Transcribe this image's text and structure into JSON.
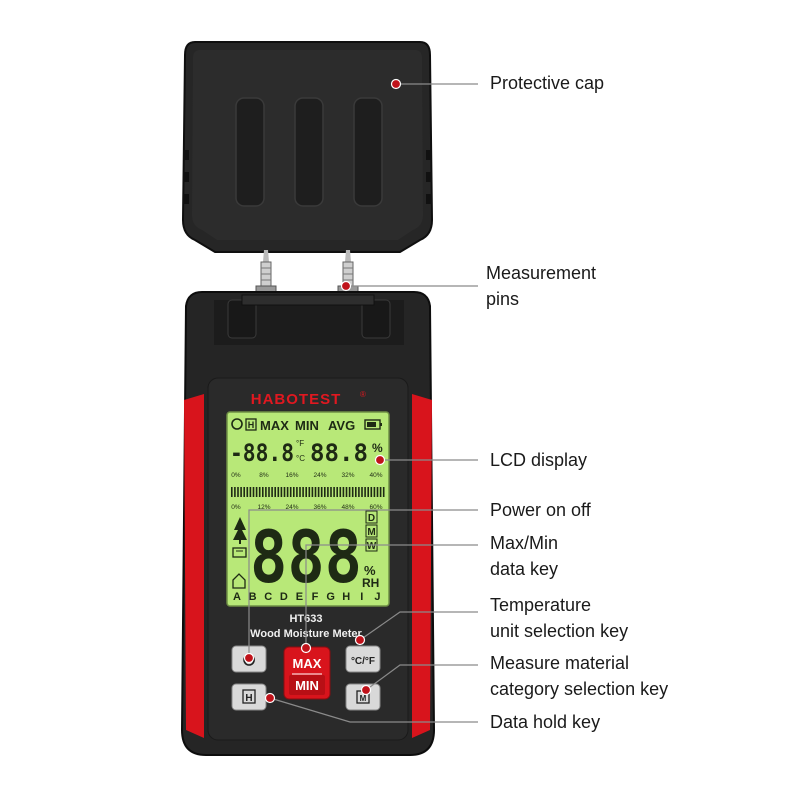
{
  "device": {
    "brand": "HABOTEST",
    "registered_mark": "®",
    "model": "HT633",
    "product_name": "Wood Moisture Meter"
  },
  "lcd": {
    "status_row": [
      "H",
      "MAX",
      "MIN",
      "AVG"
    ],
    "small_digits": [
      "-88.8",
      "88.8"
    ],
    "unit_f": "°F",
    "unit_c": "°C",
    "unit_pct": "%",
    "scale_top": [
      "0%",
      "8%",
      "16%",
      "24%",
      "32%",
      "40%"
    ],
    "scale_bottom": [
      "0%",
      "12%",
      "24%",
      "36%",
      "48%",
      "60%"
    ],
    "big_digits": "888",
    "side_letters": [
      "D",
      "M",
      "W"
    ],
    "pct": "%",
    "rh": "RH",
    "category_letters": [
      "A",
      "B",
      "C",
      "D",
      "E",
      "F",
      "G",
      "H",
      "I",
      "J"
    ]
  },
  "buttons": {
    "power_symbol": "⏻",
    "max": "MAX",
    "min": "MIN",
    "cf": "°C/°F",
    "hold": "H",
    "material": "M"
  },
  "callouts": [
    {
      "id": "protective-cap",
      "lines": [
        "Protective cap"
      ]
    },
    {
      "id": "measurement-pins",
      "lines": [
        "Measurement",
        "pins"
      ]
    },
    {
      "id": "lcd-display",
      "lines": [
        "LCD display"
      ]
    },
    {
      "id": "power",
      "lines": [
        "Power on off"
      ]
    },
    {
      "id": "maxmin",
      "lines": [
        "Max/Min",
        "data key"
      ]
    },
    {
      "id": "temp",
      "lines": [
        "Temperature",
        "unit selection key"
      ]
    },
    {
      "id": "material",
      "lines": [
        "Measure material",
        "category selection key"
      ]
    },
    {
      "id": "hold",
      "lines": [
        "Data hold key"
      ]
    }
  ],
  "colors": {
    "body_dark": "#262626",
    "body_outline": "#111111",
    "accent_red": "#d8141c",
    "lcd_green": "#b8e878",
    "lcd_segment": "#1e2a14",
    "dot_red": "#c0121a",
    "leader_gray": "#8a8a8a"
  }
}
